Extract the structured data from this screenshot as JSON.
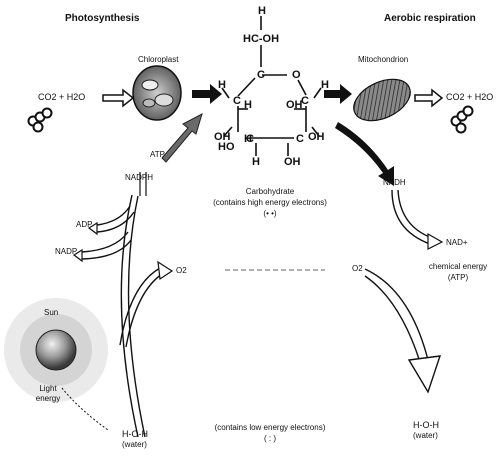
{
  "headers": {
    "photosynthesis": "Photosynthesis",
    "respiration": "Aerobic respiration"
  },
  "organelles": {
    "chloroplast": "Chloroplast",
    "mitochondrion": "Mitochondrion"
  },
  "left_reactants": "CO2 + H2O",
  "right_products": "CO2 + H2O",
  "glucose": {
    "top_h": "H",
    "ch2oh": "HC-OH",
    "atoms": [
      "H",
      "C",
      "O",
      "H",
      "C",
      "H",
      "C",
      "OH",
      "OH",
      "H",
      "C",
      "C",
      "OH",
      "HO",
      "H",
      "OH"
    ]
  },
  "left_labels": {
    "atp": "ATP",
    "nadph": "NADPH",
    "adp": "ADP",
    "nadp": "NADP",
    "o2": "O2",
    "sun": "Sun",
    "light_energy": "Light energy",
    "water": "H-O-H",
    "water_sub": "(water)"
  },
  "center_labels": {
    "carb_title": "Carbohydrate",
    "carb_sub": "(contains high energy electrons)",
    "carb_sym": "(• •)",
    "low_energy": "(contains low energy electrons)",
    "low_sym": "( : )"
  },
  "right_labels": {
    "nadh": "NADH",
    "nad": "NAD+",
    "chemical_energy": "chemical energy",
    "atp_product": "(ATP)",
    "o2": "O2",
    "water": "H-O-H",
    "water_sub": "(water)"
  },
  "colors": {
    "ink": "#111111",
    "mid_gray": "#7a7a7a",
    "light_gray": "#c8c8c8",
    "white": "#ffffff"
  }
}
